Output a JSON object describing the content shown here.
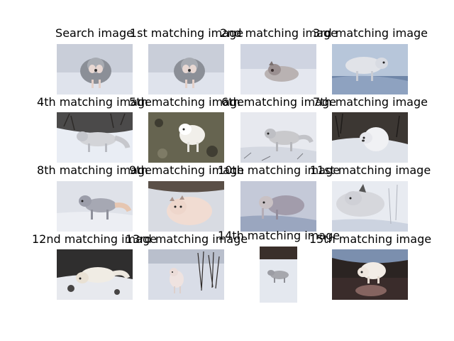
{
  "figure": {
    "cells": [
      {
        "title": "Search image",
        "icon": "arctic-fox-photo",
        "scene": "snow-front"
      },
      {
        "title": "1st matching image",
        "icon": "arctic-fox-photo",
        "scene": "snow-front"
      },
      {
        "title": "2nd matching image",
        "icon": "arctic-fox-photo",
        "scene": "snow-lying"
      },
      {
        "title": "3rd matching image",
        "icon": "arctic-fox-photo",
        "scene": "snow-blue-shadow"
      },
      {
        "title": "4th matching image",
        "icon": "arctic-fox-photo",
        "scene": "snow-brush"
      },
      {
        "title": "5th matching image",
        "icon": "arctic-fox-photo",
        "scene": "rocks"
      },
      {
        "title": "6th matching image",
        "icon": "arctic-fox-photo",
        "scene": "snow-walking"
      },
      {
        "title": "7th matching image",
        "icon": "arctic-fox-photo",
        "scene": "snow-dark"
      },
      {
        "title": "8th matching image",
        "icon": "arctic-fox-photo",
        "scene": "snow-walking"
      },
      {
        "title": "9th matching image",
        "icon": "arctic-fox-photo",
        "scene": "curled"
      },
      {
        "title": "10th matching image",
        "icon": "arctic-fox-photo",
        "scene": "snow-blue-shadow"
      },
      {
        "title": "11st matching image",
        "icon": "arctic-fox-photo",
        "scene": "snow-lying"
      },
      {
        "title": "12nd matching image",
        "icon": "arctic-fox-photo",
        "scene": "snow-sunlit"
      },
      {
        "title": "13rd matching image",
        "icon": "arctic-fox-photo",
        "scene": "snow-twigs"
      },
      {
        "title": "14th matching image",
        "icon": "arctic-fox-photo",
        "scene": "snow-small"
      },
      {
        "title": "15th matching image",
        "icon": "arctic-fox-photo",
        "scene": "water"
      }
    ]
  }
}
